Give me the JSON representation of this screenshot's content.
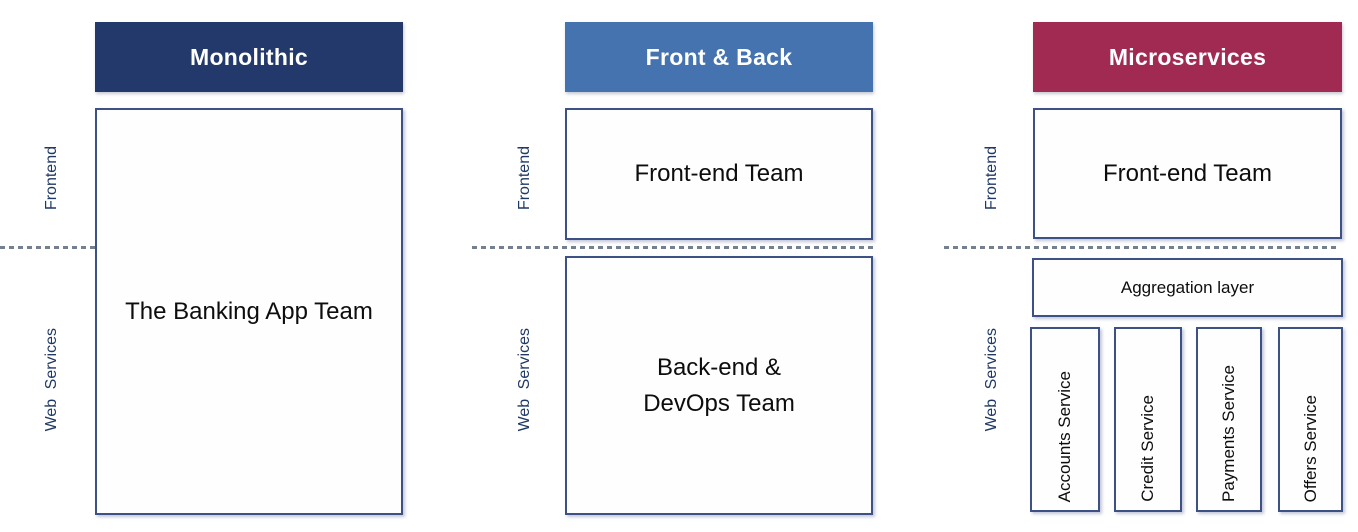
{
  "columns": [
    {
      "header": {
        "label": "Monolithic",
        "color": "#24396B",
        "text_color": "#FFFFFF"
      },
      "side_labels": {
        "frontend": "Frontend",
        "web_services": "Web Services"
      },
      "boxes": [
        {
          "label": "The Banking App Team"
        }
      ]
    },
    {
      "header": {
        "label": "Front & Back",
        "color": "#4473AF",
        "text_color": "#FFFFFF"
      },
      "side_labels": {
        "frontend": "Frontend",
        "web_services": "Web Services"
      },
      "boxes": [
        {
          "label": "Front-end Team"
        },
        {
          "label": "Back-end & DevOps Team",
          "lines": [
            "Back-end &",
            "DevOps Team"
          ]
        }
      ]
    },
    {
      "header": {
        "label": "Microservices",
        "color": "#A12A52",
        "text_color": "#FFFFFF"
      },
      "side_labels": {
        "frontend": "Frontend",
        "web_services": "Web Services"
      },
      "boxes": [
        {
          "label": "Front-end Team"
        },
        {
          "label": "Aggregation layer"
        }
      ],
      "services": [
        {
          "label": "Accounts Service"
        },
        {
          "label": "Credit Service"
        },
        {
          "label": "Payments Service"
        },
        {
          "label": "Offers Service"
        }
      ]
    }
  ],
  "colors": {
    "monolithic_header": "#24396B",
    "front_back_header": "#4473AF",
    "microservices_header": "#A12A52",
    "box_border": "#3D5184",
    "box_fill": "#FEFEFE",
    "side_label_text": "#1F3864",
    "body_text": "#0D0D0D",
    "divider": "#75808F"
  }
}
